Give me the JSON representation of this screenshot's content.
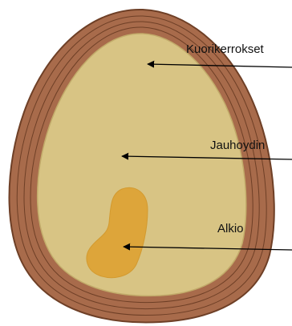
{
  "labels": {
    "shell_layers": "Kuorikerrokset",
    "endosperm": "Jauhoydin",
    "embryo": "Alkio"
  },
  "colors": {
    "shell_outer": "#a86b4b",
    "shell_line": "#6e3f26",
    "endosperm": "#d8c484",
    "endosperm_outline": "#c2ab6a",
    "embryo": "#dda53a",
    "arrow": "#000000"
  }
}
